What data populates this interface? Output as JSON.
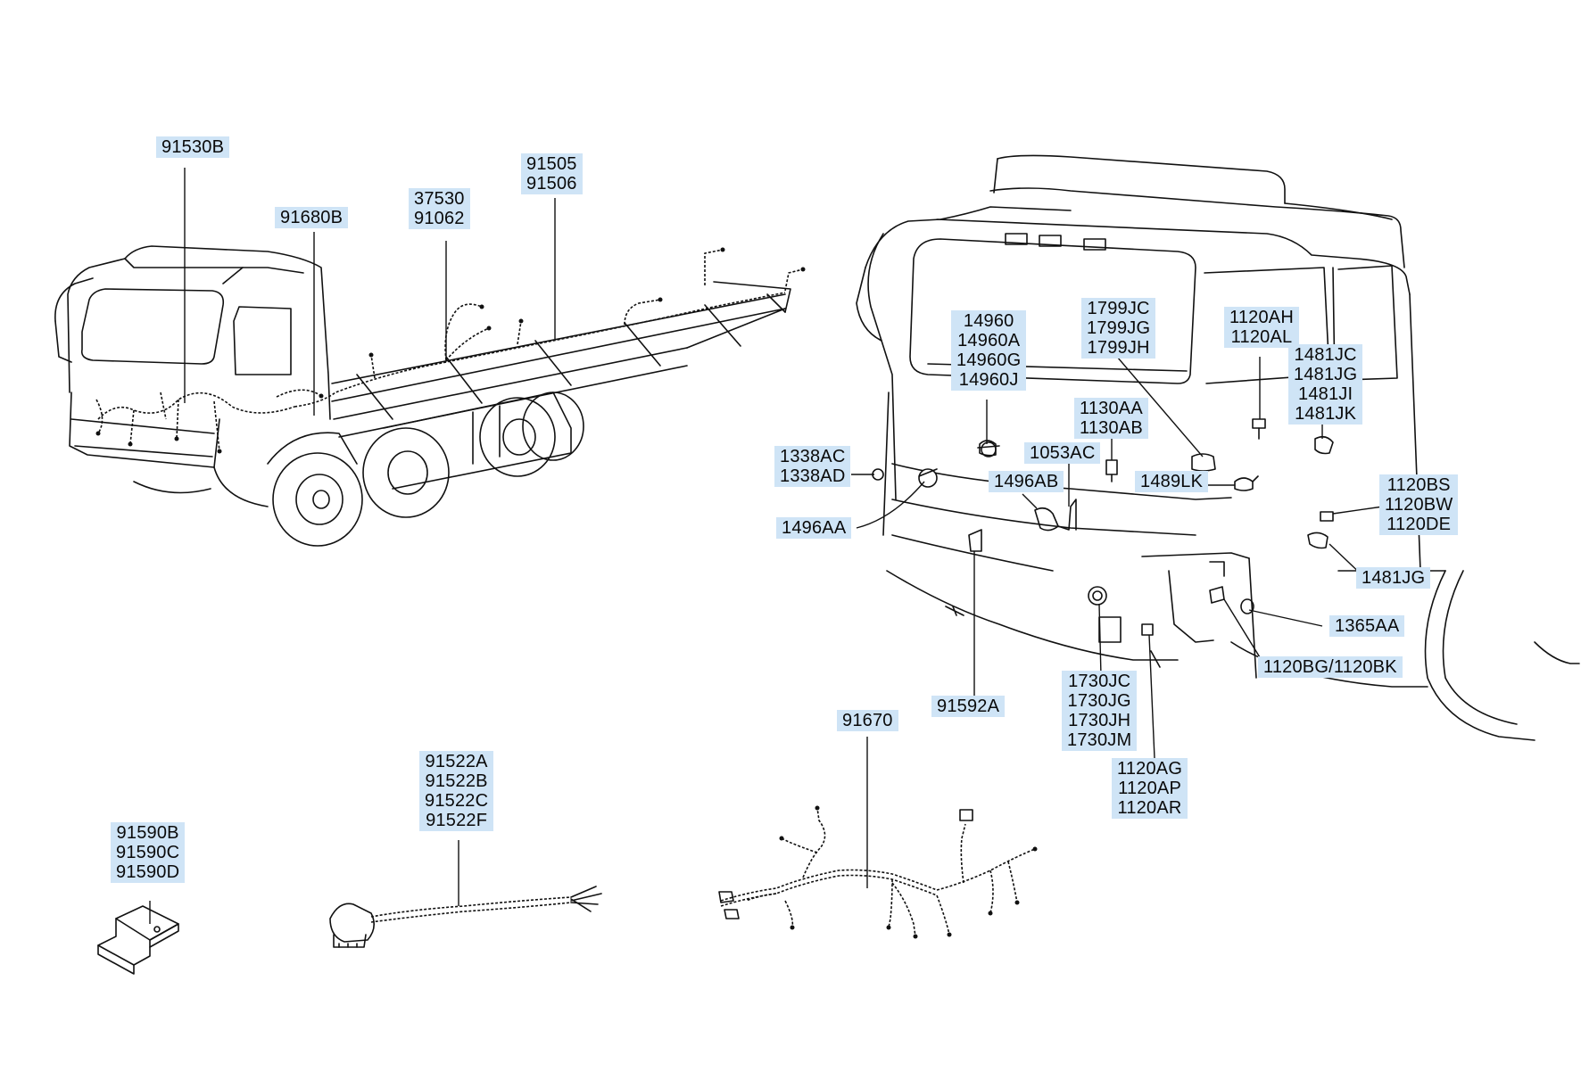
{
  "diagram": {
    "callouts": [
      {
        "id": "c1",
        "lines": [
          "91530B"
        ]
      },
      {
        "id": "c2",
        "lines": [
          "91680B"
        ]
      },
      {
        "id": "c3",
        "lines": [
          "37530",
          "91062"
        ]
      },
      {
        "id": "c4",
        "lines": [
          "91505",
          "91506"
        ]
      },
      {
        "id": "c5",
        "lines": [
          "14960",
          "14960A",
          "14960G",
          "14960J"
        ]
      },
      {
        "id": "c6",
        "lines": [
          "1799JC",
          "1799JG",
          "1799JH"
        ]
      },
      {
        "id": "c7",
        "lines": [
          "1120AH",
          "1120AL"
        ]
      },
      {
        "id": "c8",
        "lines": [
          "1481JC",
          "1481JG",
          "1481JI",
          "1481JK"
        ]
      },
      {
        "id": "c9",
        "lines": [
          "1130AA",
          "1130AB"
        ]
      },
      {
        "id": "c10",
        "lines": [
          "1338AC",
          "1338AD"
        ]
      },
      {
        "id": "c11",
        "lines": [
          "1053AC"
        ]
      },
      {
        "id": "c12",
        "lines": [
          "1496AB"
        ]
      },
      {
        "id": "c13",
        "lines": [
          "1489LK"
        ]
      },
      {
        "id": "c14",
        "lines": [
          "1120BS",
          "1120BW",
          "1120DE"
        ]
      },
      {
        "id": "c15",
        "lines": [
          "1496AA"
        ]
      },
      {
        "id": "c16",
        "lines": [
          "1481JG"
        ]
      },
      {
        "id": "c17",
        "lines": [
          "1365AA"
        ]
      },
      {
        "id": "c18",
        "lines": [
          "1120BG/1120BK"
        ]
      },
      {
        "id": "c19",
        "lines": [
          "1730JC",
          "1730JG",
          "1730JH",
          "1730JM"
        ]
      },
      {
        "id": "c20",
        "lines": [
          "91592A"
        ]
      },
      {
        "id": "c21",
        "lines": [
          "91670"
        ]
      },
      {
        "id": "c22",
        "lines": [
          "1120AG",
          "1120AP",
          "1120AR"
        ]
      },
      {
        "id": "c23",
        "lines": [
          "91522A",
          "91522B",
          "91522C",
          "91522F"
        ]
      },
      {
        "id": "c24",
        "lines": [
          "91590B",
          "91590C",
          "91590D"
        ]
      }
    ],
    "colors": {
      "label_fill": "#cfe4f6",
      "line": "#111111",
      "background": "#ffffff"
    }
  }
}
